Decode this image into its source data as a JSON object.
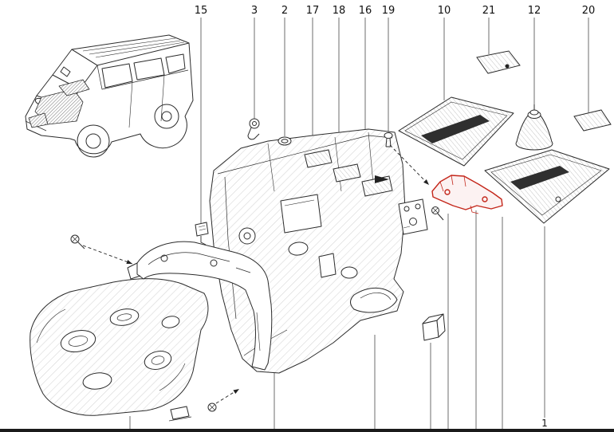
{
  "diagram": {
    "type": "vehicle-parts-illustration",
    "callouts": [
      {
        "label": "15"
      },
      {
        "label": "3"
      },
      {
        "label": "2"
      },
      {
        "label": "17"
      },
      {
        "label": "18"
      },
      {
        "label": "16"
      },
      {
        "label": "19"
      },
      {
        "label": "10"
      },
      {
        "label": "21"
      },
      {
        "label": "12"
      },
      {
        "label": "20"
      },
      {
        "label": "1"
      }
    ],
    "colors": {
      "line": "#2b2b2b",
      "highlight": "#c4271b",
      "background": "#ffffff"
    }
  }
}
